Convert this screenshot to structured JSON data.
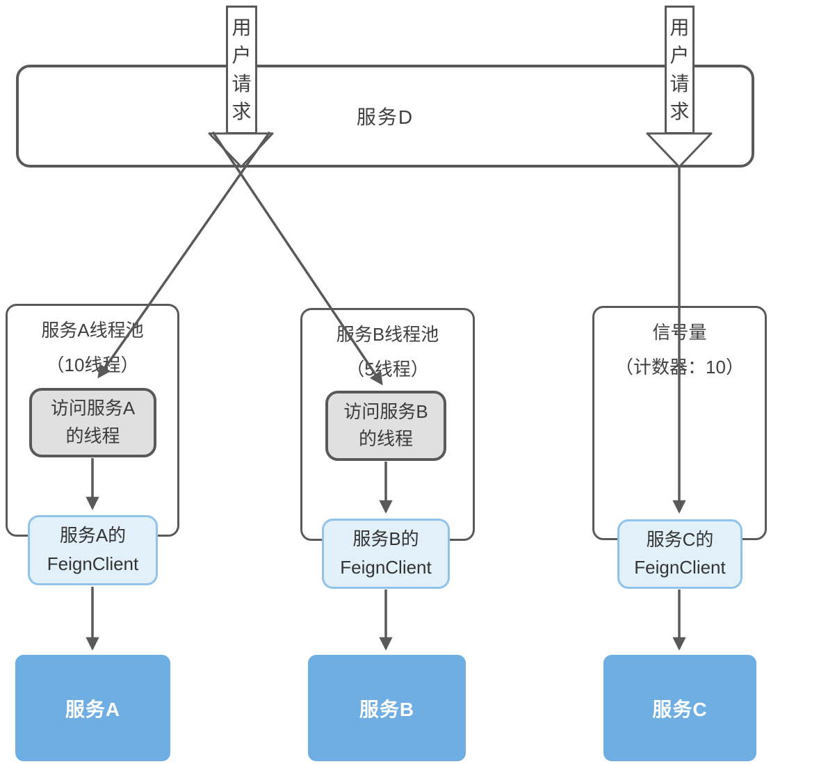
{
  "service_d": {
    "label": "服务D"
  },
  "user_request": {
    "left": {
      "chars": [
        "用",
        "户",
        "请",
        "求"
      ]
    },
    "right": {
      "chars": [
        "用",
        "户",
        "请",
        "求"
      ]
    }
  },
  "columns": [
    {
      "title_line1": "服务A线程池",
      "title_line2": "（10线程）",
      "thread_line1": "访问服务A",
      "thread_line2": "的线程",
      "feign_line1": "服务A的",
      "feign_line2": "FeignClient",
      "service_label": "服务A"
    },
    {
      "title_line1": "服务B线程池",
      "title_line2": "（5线程）",
      "thread_line1": "访问服务B",
      "thread_line2": "的线程",
      "feign_line1": "服务B的",
      "feign_line2": "FeignClient",
      "service_label": "服务B"
    },
    {
      "title_line1": "信号量",
      "title_line2": "（计数器：10）",
      "feign_line1": "服务C的",
      "feign_line2": "FeignClient",
      "service_label": "服务C"
    }
  ],
  "colors": {
    "line_gray": "#595959",
    "thread_box_fill": "#e0e0e0",
    "feign_fill": "#e2f0fa",
    "feign_border": "#8fc3ea",
    "service_fill": "#6faee2",
    "text_dark": "#3f3f3f"
  }
}
